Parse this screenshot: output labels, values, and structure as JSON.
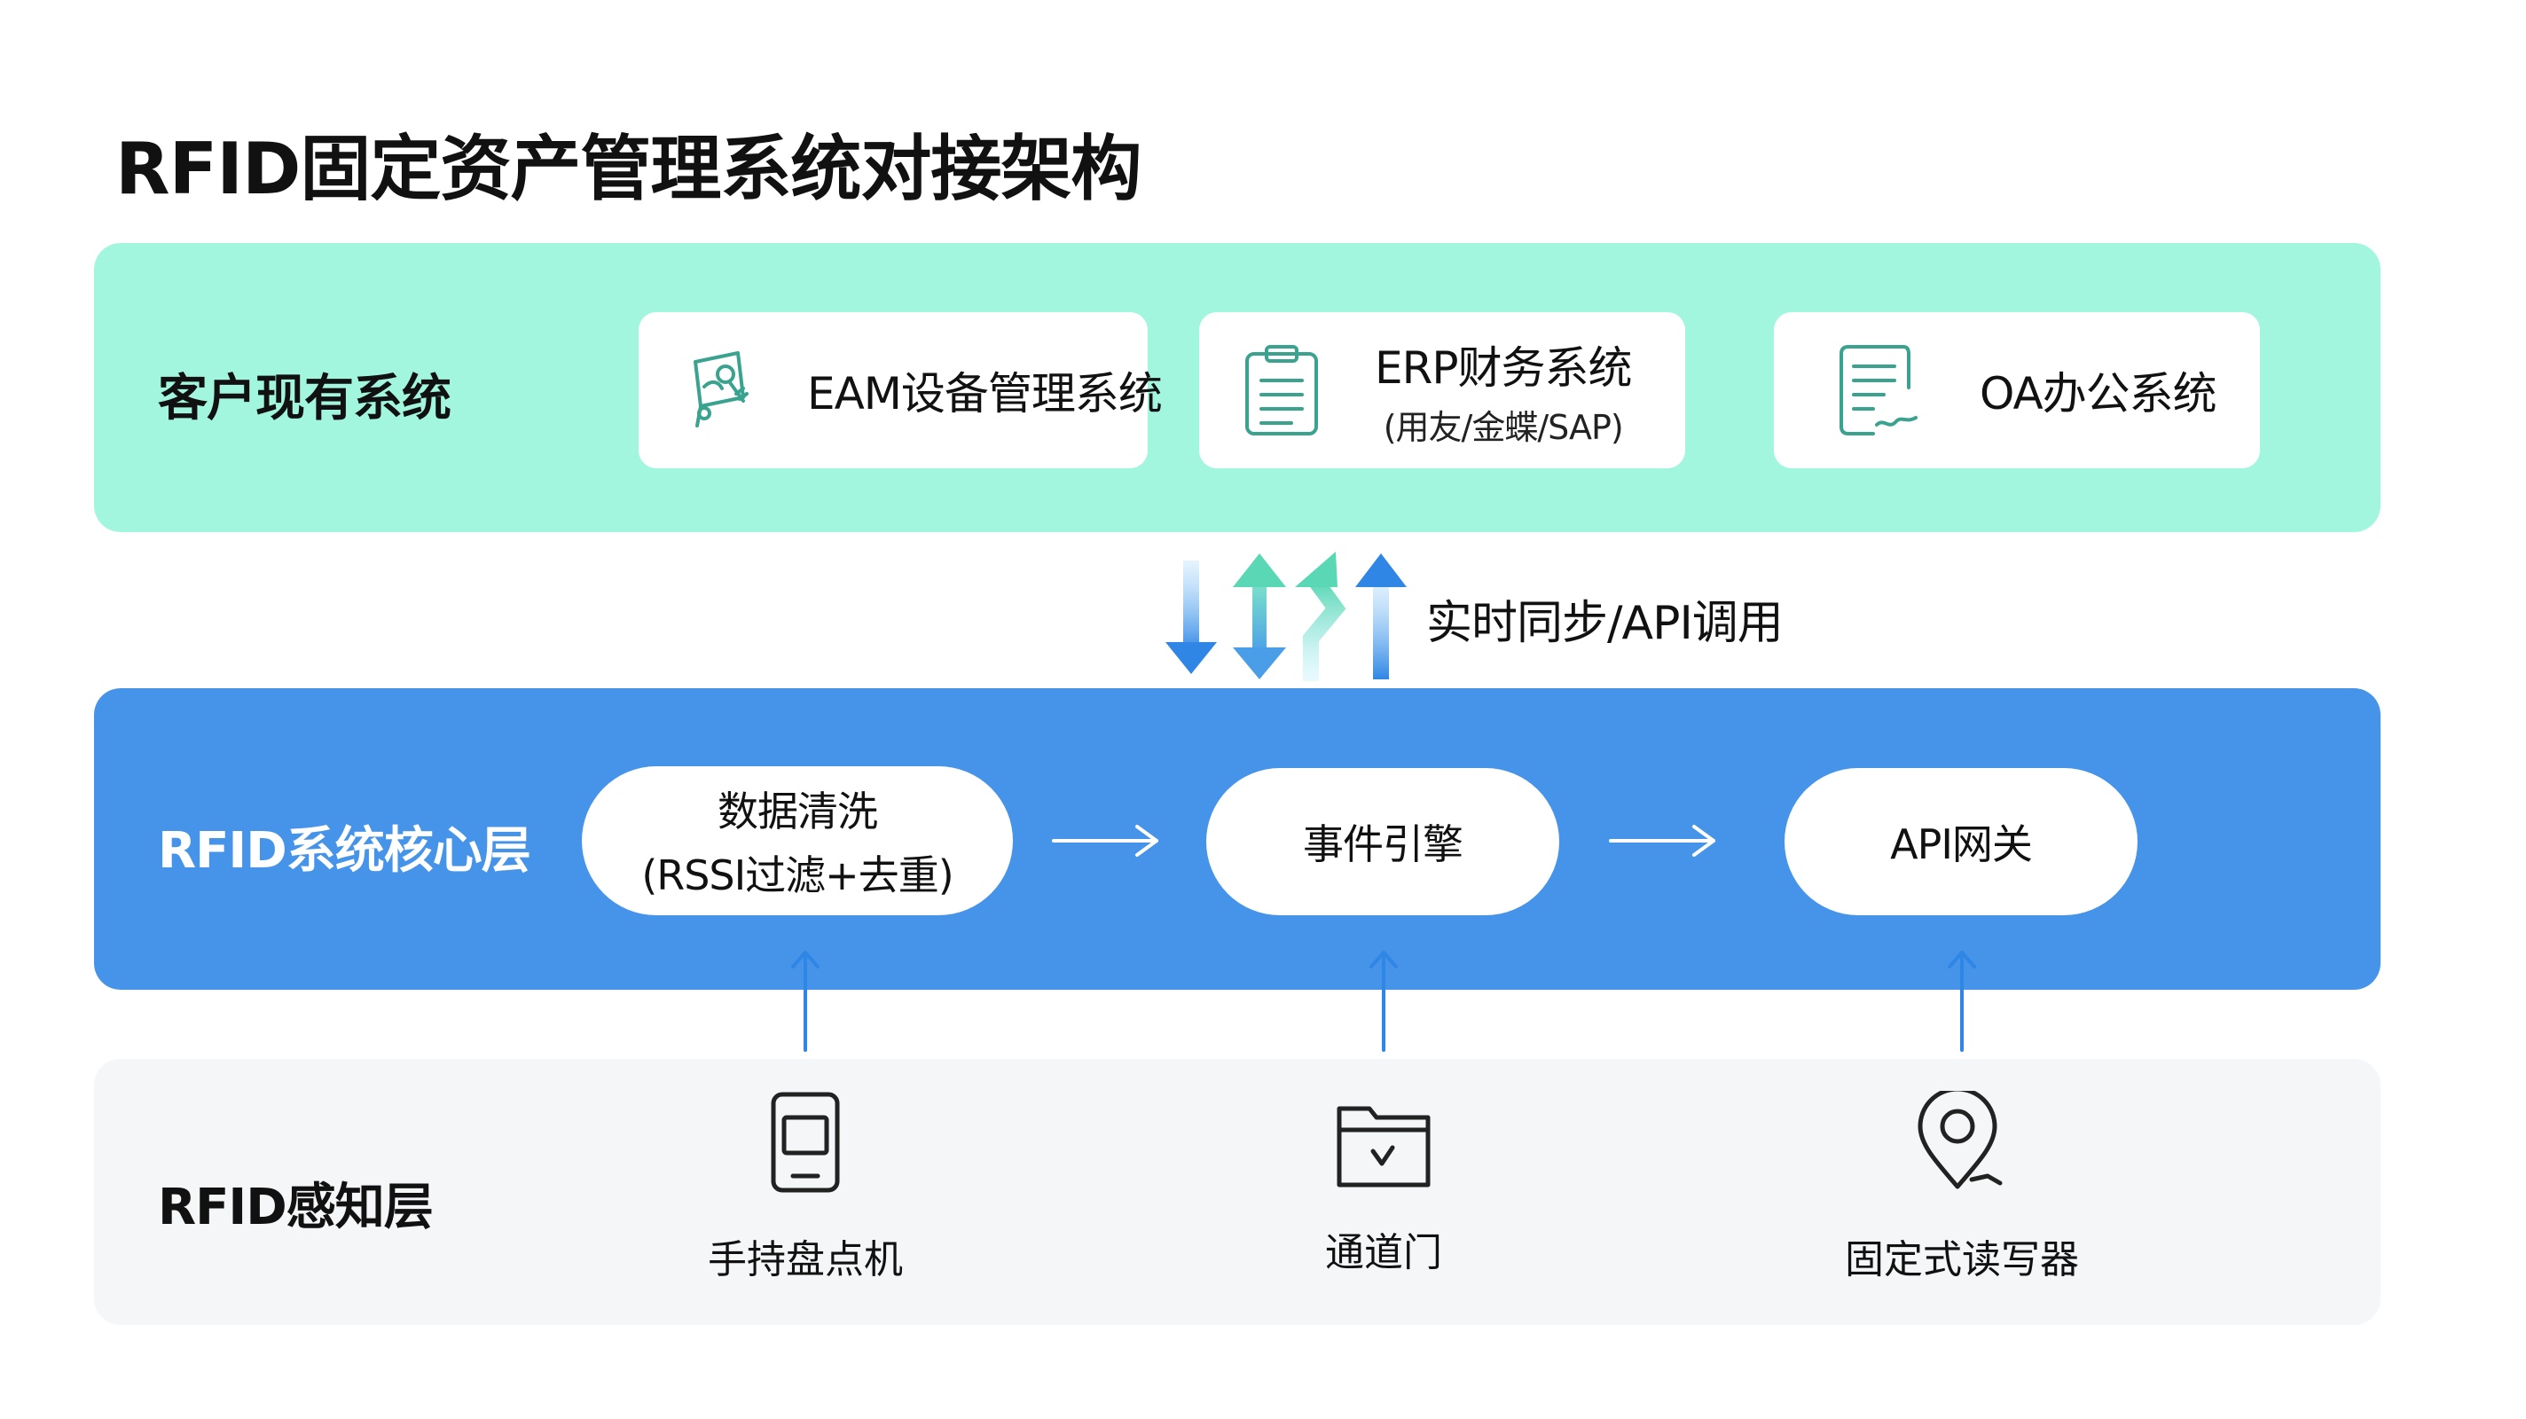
{
  "title": "RFID固定资产管理系统对接架构",
  "layers": {
    "customer": {
      "label": "客户现有系统",
      "systems": [
        {
          "name": "EAM设备管理系统",
          "icon": "asset-tag-icon"
        },
        {
          "name": "ERP财务系统",
          "sub": "(用友/金蝶/SAP)",
          "icon": "clipboard-icon"
        },
        {
          "name": "OA办公系统",
          "icon": "document-edit-icon"
        }
      ]
    },
    "sync": {
      "label": "实时同步/API调用"
    },
    "core": {
      "label": "RFID系统核心层",
      "modules": [
        {
          "name": "数据清洗",
          "sub": "(RSSI过滤+去重)"
        },
        {
          "name": "事件引擎"
        },
        {
          "name": "API网关"
        }
      ]
    },
    "sensing": {
      "label": "RFID感知层",
      "devices": [
        {
          "name": "手持盘点机",
          "icon": "handheld-device-icon"
        },
        {
          "name": "通道门",
          "icon": "folder-gate-icon"
        },
        {
          "name": "固定式读写器",
          "icon": "location-pin-icon"
        }
      ]
    }
  },
  "colors": {
    "customer_panel": "#a3f6de",
    "core_panel": "#4694ea",
    "sensing_panel": "#f4f6f8",
    "icon_teal": "#3aa38f",
    "arrow_blue": "#2f86e4",
    "arrow_teal": "#7fe6c7"
  }
}
